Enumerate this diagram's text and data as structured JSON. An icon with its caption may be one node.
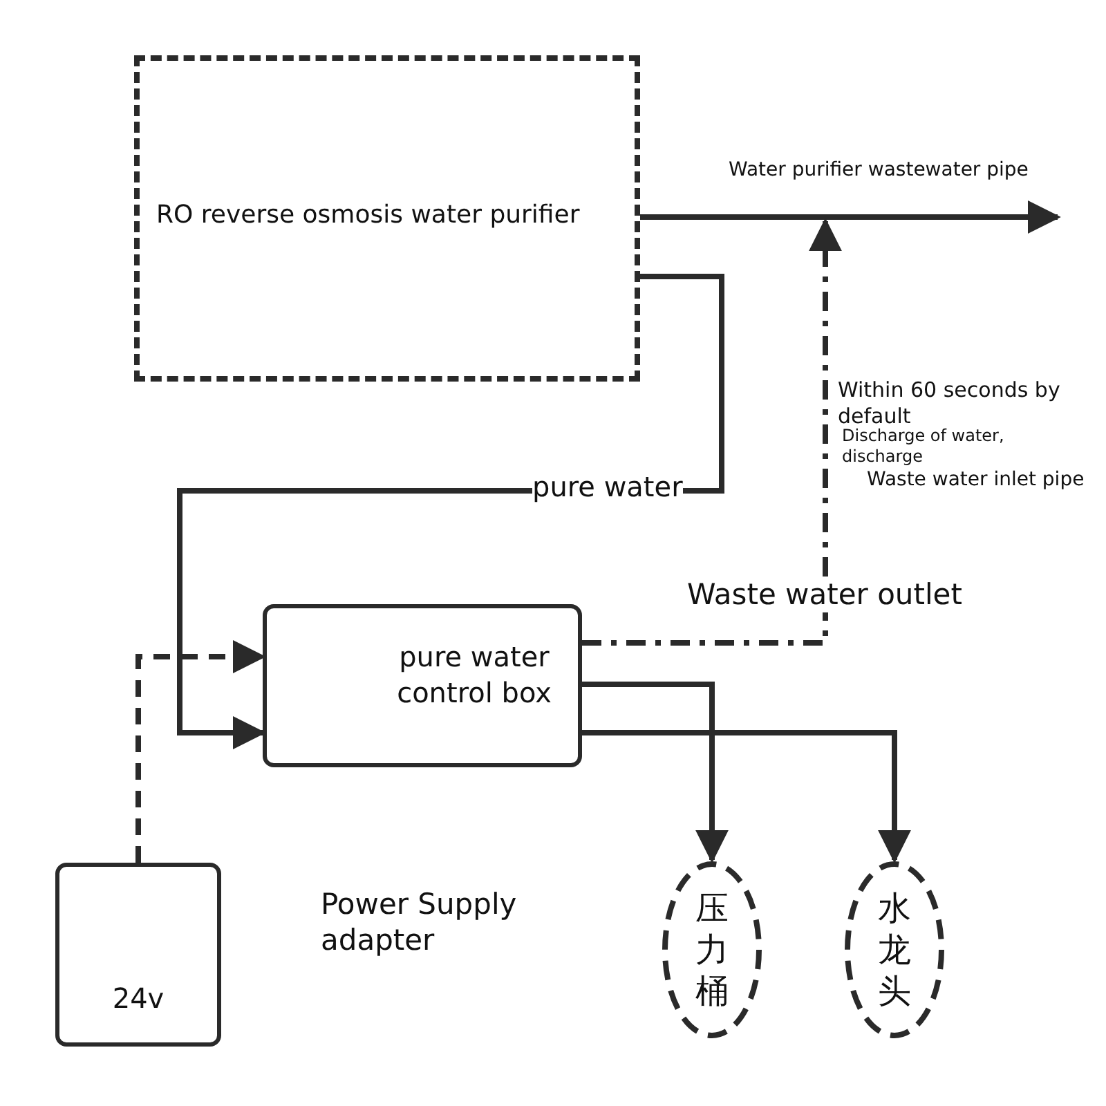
{
  "diagram": {
    "nodes": [
      {
        "text": [
          "RO reverse osmosis water purifier"
        ]
      },
      {
        "text": [
          "pure water control box"
        ]
      },
      {
        "text": [
          "24v"
        ],
        "beside": [
          "Power Supply adapter"
        ]
      },
      {
        "text": [
          "压力桶"
        ]
      },
      {
        "text": [
          "水龙头"
        ]
      }
    ],
    "edges": [
      {
        "from": 0,
        "to": null,
        "arrow": "to",
        "label": "Water purifier wastewater pipe"
      },
      {
        "from": 0,
        "to": 1,
        "arrow": "to",
        "label": "pure water"
      },
      {
        "from": 2,
        "to": 1,
        "arrow": "to",
        "style": "dashed"
      },
      {
        "from": 1,
        "to": null,
        "arrow": "to",
        "style": "dashed"
      },
      {
        "from": 1,
        "to": 3,
        "arrow": "to"
      },
      {
        "from": 1,
        "to": 4,
        "arrow": "to"
      }
    ],
    "labels": [
      "Within 60 seconds by default",
      "Discharge of water, discharge",
      "Waste water inlet pipe",
      "Waste water outlet"
    ]
  }
}
